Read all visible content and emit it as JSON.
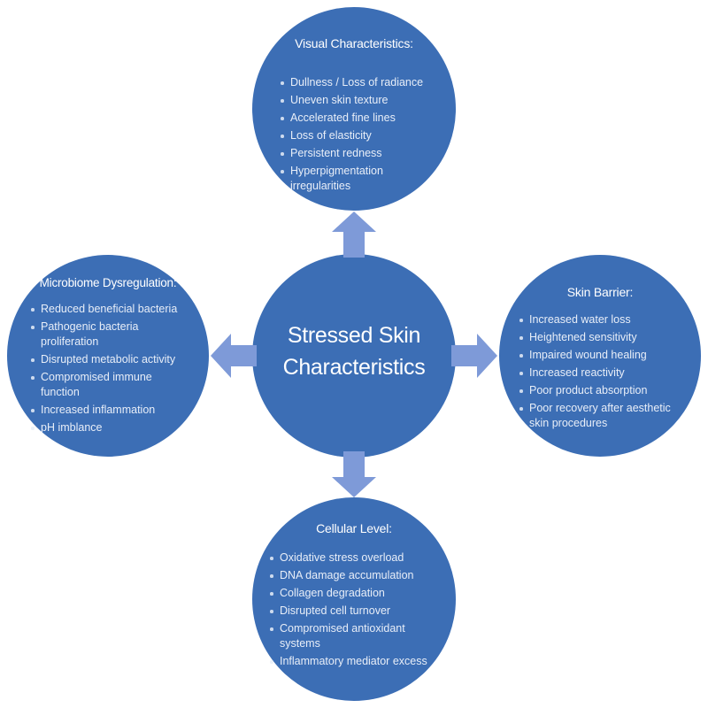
{
  "center": {
    "label": "Stressed Skin Characteristics"
  },
  "nodes": {
    "top": {
      "heading": "Visual Characteristics:",
      "items": [
        "Dullness / Loss of radiance",
        "Uneven skin texture",
        "Accelerated fine lines",
        "Loss of elasticity",
        "Persistent redness",
        "Hyperpigmentation irregularities"
      ]
    },
    "left": {
      "heading": "Microbiome Dysregulation:",
      "items": [
        "Reduced beneficial bacteria",
        "Pathogenic bacteria proliferation",
        "Disrupted metabolic activity",
        "Compromised immune function",
        "Increased inflammation",
        "pH imblance"
      ]
    },
    "right": {
      "heading": "Skin Barrier:",
      "items": [
        "Increased water loss",
        "Heightened sensitivity",
        "Impaired wound healing",
        "Increased reactivity",
        "Poor product absorption",
        "Poor recovery after aesthetic skin procedures"
      ]
    },
    "bottom": {
      "heading": "Cellular Level:",
      "items": [
        "Oxidative stress overload",
        "DNA damage accumulation",
        "Collagen degradation",
        "Disrupted cell turnover",
        "Compromised antioxidant systems",
        "Inflammatory mediator excess"
      ]
    }
  },
  "colors": {
    "circle_fill": "#3c6eb5",
    "arrow_fill": "#7e9ad8",
    "heading_text": "#ffffff",
    "item_text": "#e8eef8",
    "background": "#ffffff"
  }
}
